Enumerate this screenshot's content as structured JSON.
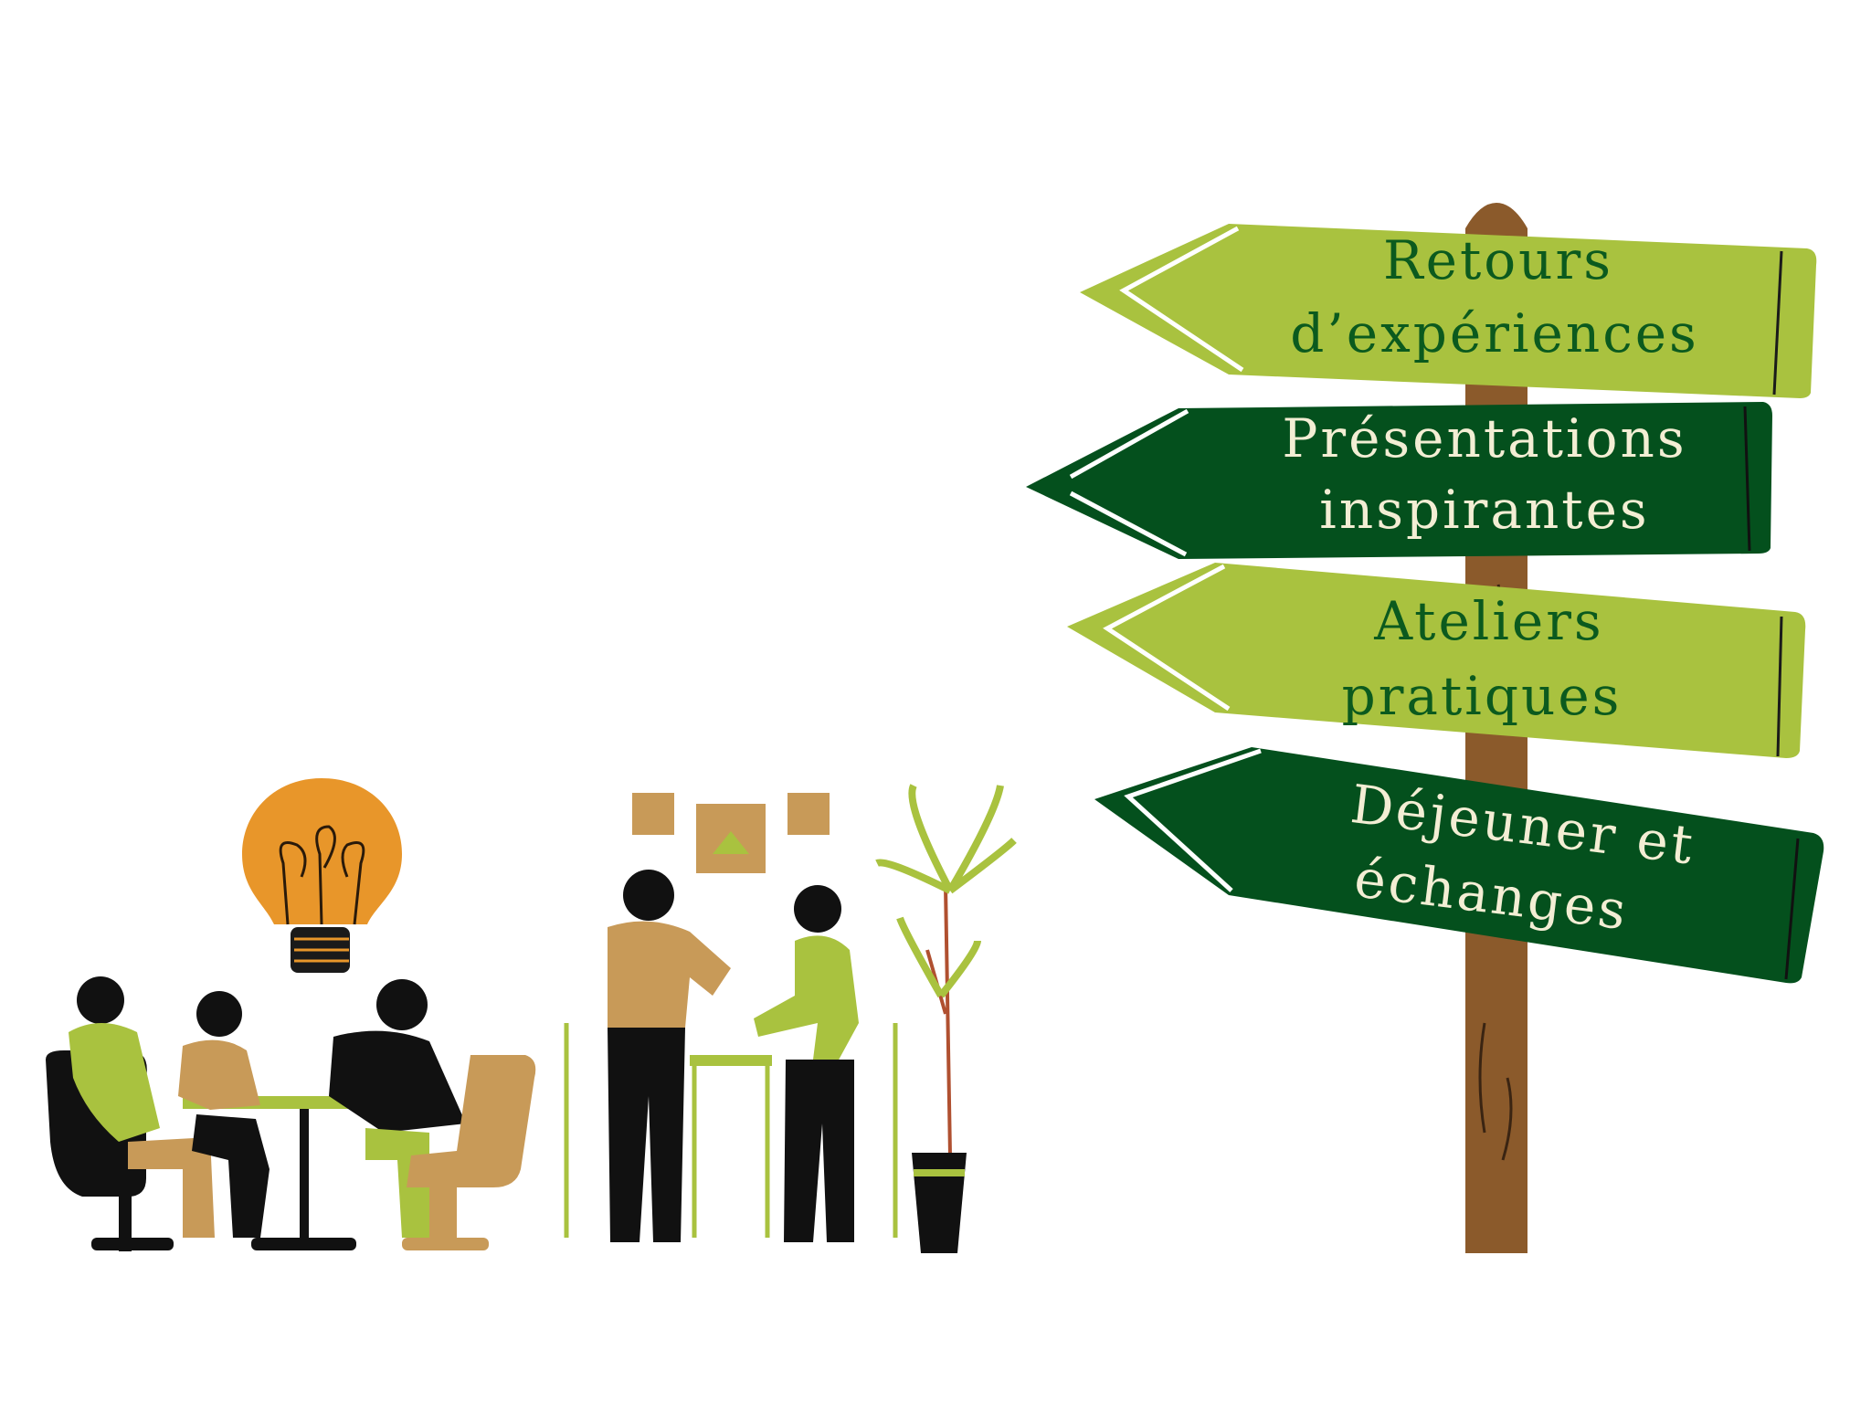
{
  "colors": {
    "light_green": "#a9c23f",
    "dark_green": "#04501d",
    "post_brown": "#8b5a2b",
    "bulb_orange": "#e8962a",
    "tan": "#c89a58"
  },
  "signpost": {
    "signs": [
      {
        "line1": "Retours",
        "line2": "d’expériences",
        "style": "light"
      },
      {
        "line1": "Présentations",
        "line2": "inspirantes",
        "style": "dark"
      },
      {
        "line1": "Ateliers",
        "line2": "pratiques",
        "style": "light"
      },
      {
        "line1": "Déjeuner et",
        "line2": "échanges",
        "style": "dark"
      }
    ]
  }
}
